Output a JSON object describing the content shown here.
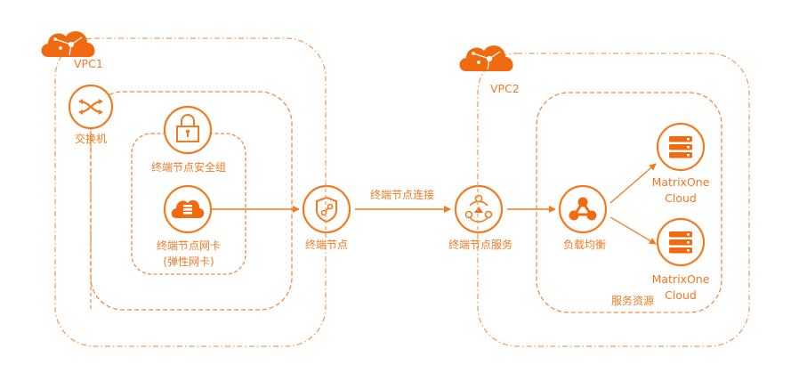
{
  "diagram": {
    "title": "PrivateLink connection to MatrixOne Cloud",
    "accent_color": "#f27b22",
    "vpc1": {
      "label": "VPC1",
      "icon": "vpc-cloud-icon",
      "switch": {
        "label": "交换机",
        "icon": "switch-icon"
      },
      "security_group": {
        "label": "终端节点安全组",
        "icon": "lock-icon"
      },
      "eni": {
        "label_line1": "终端节点网卡",
        "label_line2": "(弹性网卡)",
        "icon": "cloud-server-icon"
      }
    },
    "endpoint": {
      "label": "终端节点",
      "icon": "shield-link-icon"
    },
    "connection": {
      "label": "终端节点连接"
    },
    "endpoint_service": {
      "label": "终端节点服务",
      "icon": "service-nodes-icon"
    },
    "vpc2": {
      "label": "VPC2",
      "icon": "vpc-cloud-icon",
      "service_resources": {
        "label": "服务资源",
        "load_balancer": {
          "label": "负载均衡",
          "icon": "load-balancer-icon"
        },
        "backends": [
          {
            "label_line1": "MatrixOne",
            "label_line2": "Cloud",
            "icon": "server-stack-icon"
          },
          {
            "label_line1": "MatrixOne",
            "label_line2": "Cloud",
            "icon": "server-stack-icon"
          }
        ]
      }
    }
  }
}
